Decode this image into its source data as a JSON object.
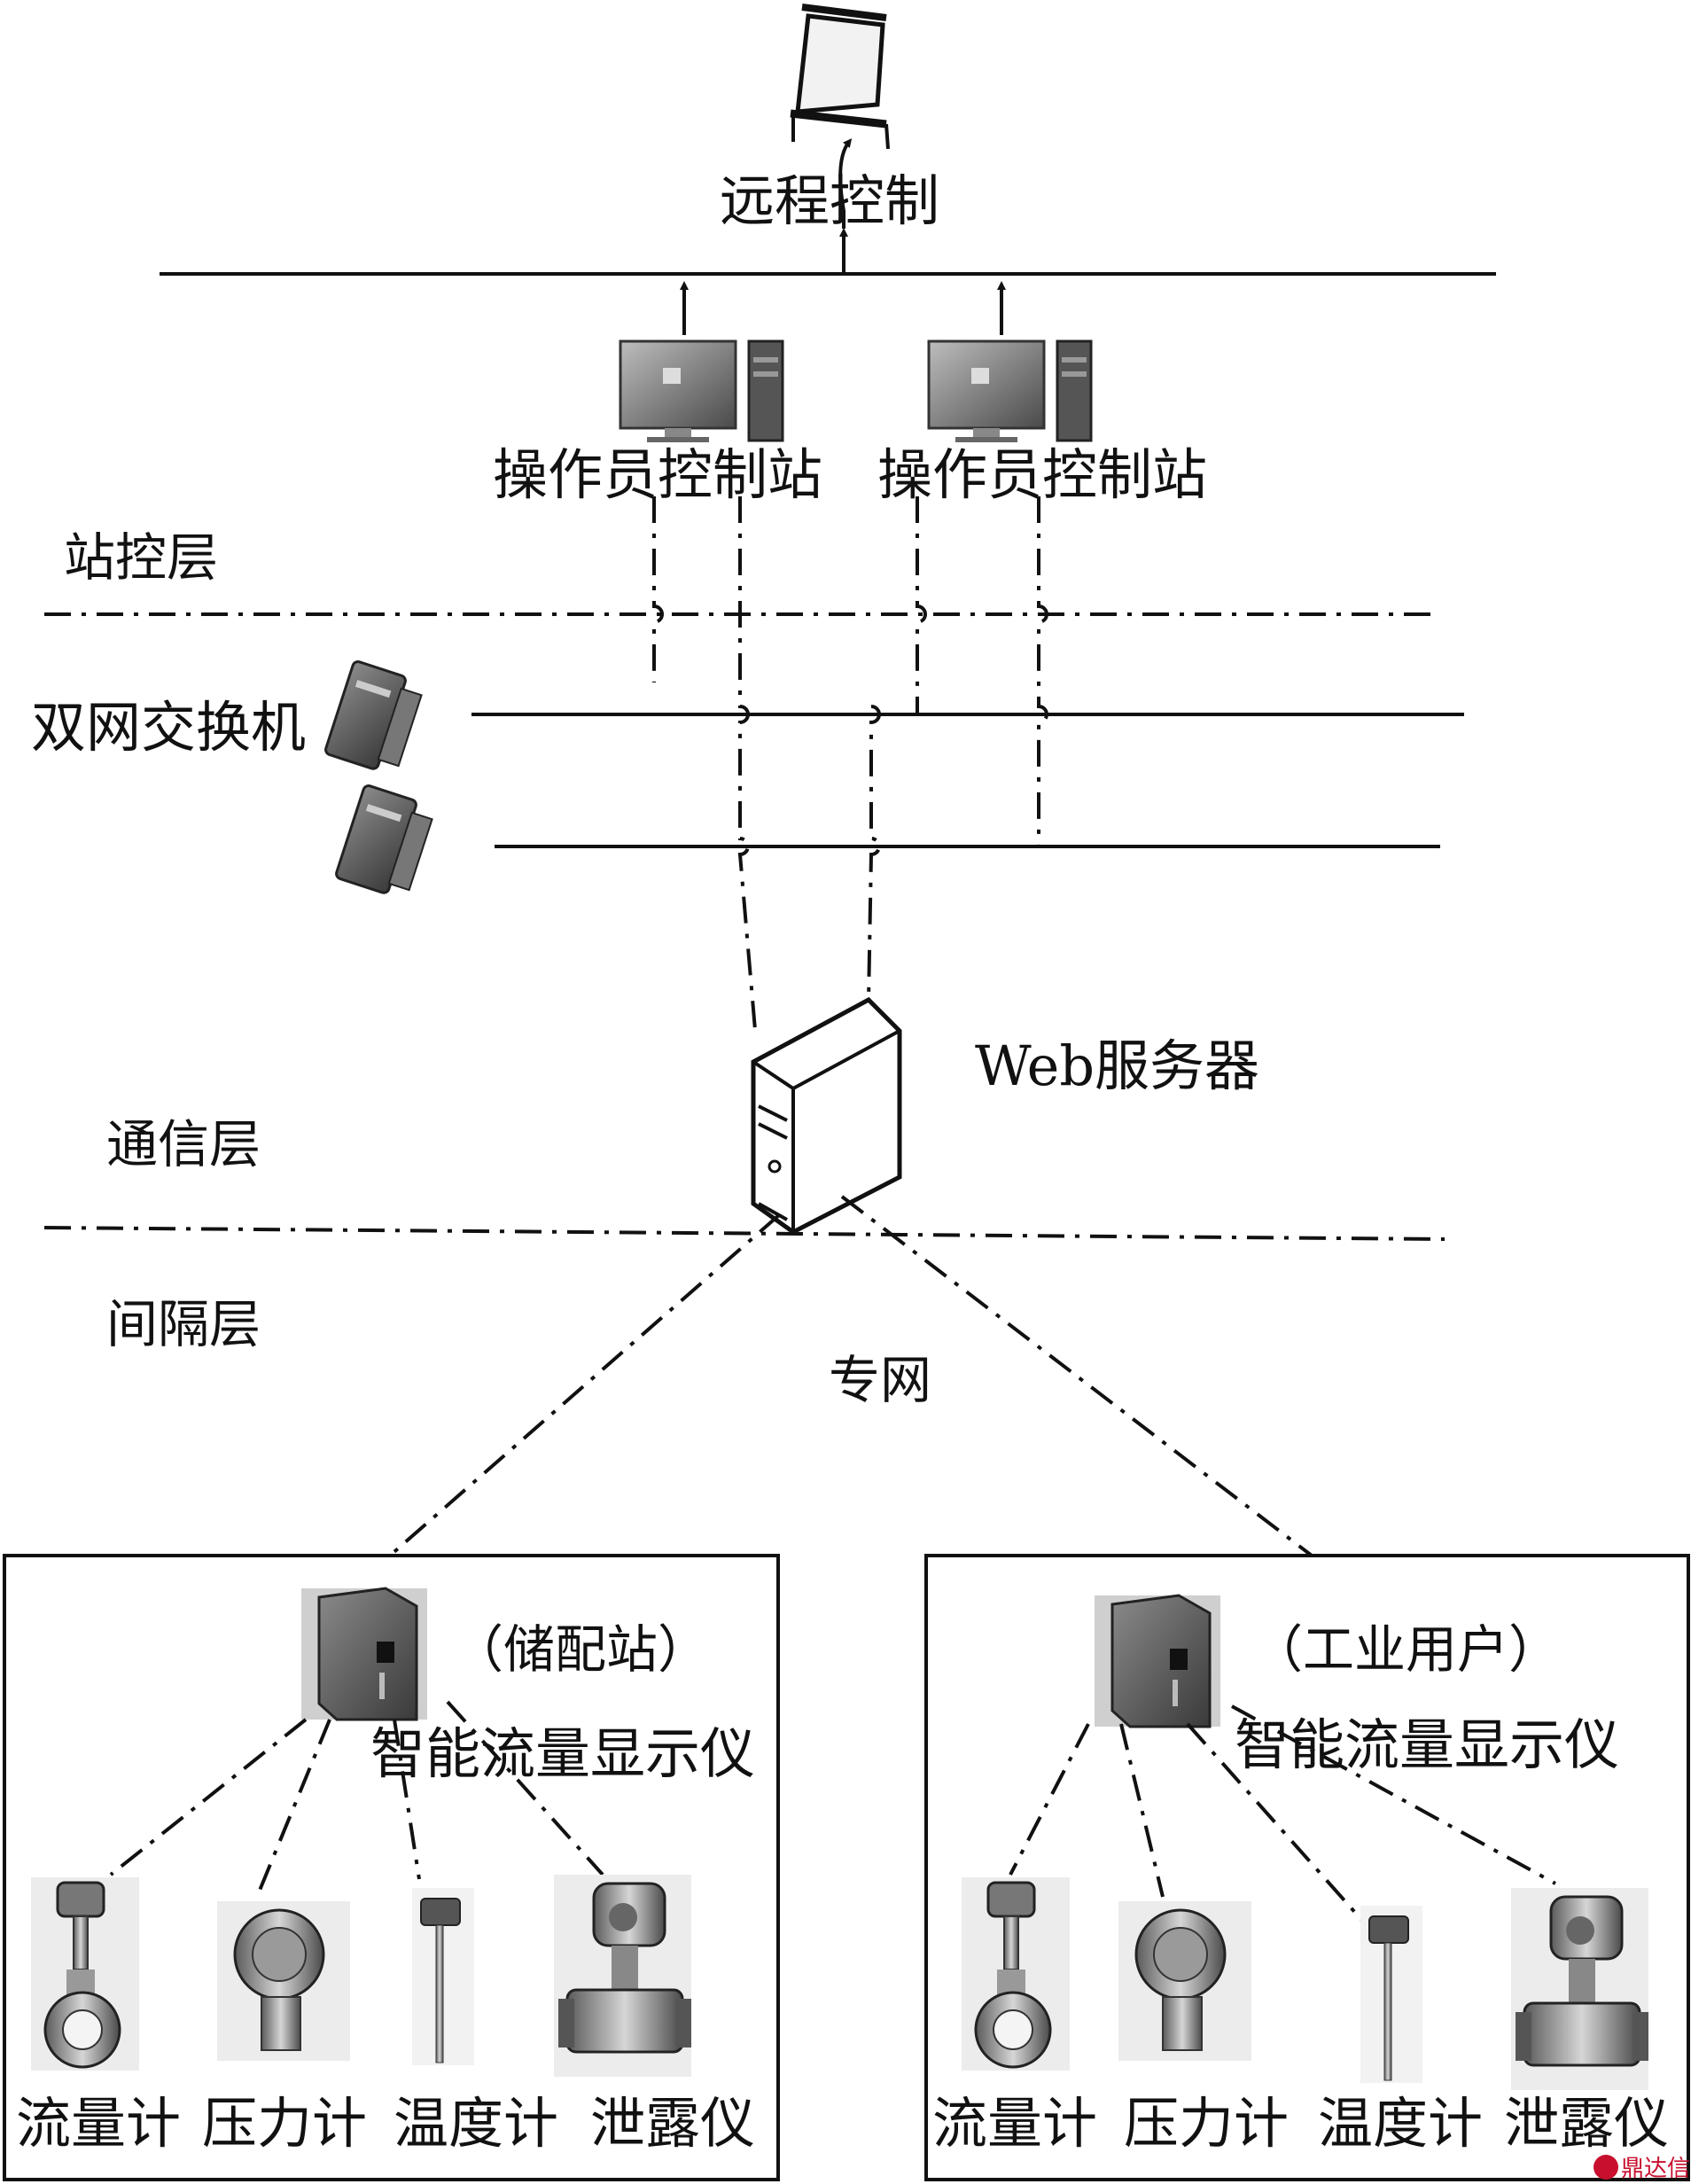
{
  "top": {
    "remote_control": "远程控制"
  },
  "station_layer": {
    "label": "站控层",
    "station_1": "操作员控制站",
    "station_2": "操作员控制站"
  },
  "switch": {
    "label": "双网交换机"
  },
  "comm_layer": {
    "label": "通信层",
    "server": "Web服务器"
  },
  "bay_layer": {
    "label": "间隔层",
    "private_net": "专网"
  },
  "left_box": {
    "site": "（储配站）",
    "display": "智能流量显示仪",
    "instruments": [
      "流量计",
      "压力计",
      "温度计",
      "泄露仪"
    ]
  },
  "right_box": {
    "site": "（工业用户）",
    "display": "智能流量显示仪",
    "instruments": [
      "流量计",
      "压力计",
      "温度计",
      "泄露仪"
    ]
  },
  "watermark": "鼎达信",
  "icons": [
    "projector-screen-icon",
    "computer-icon",
    "network-switch-icon",
    "server-icon",
    "flow-display-icon",
    "flowmeter-icon",
    "pressure-gauge-icon",
    "thermometer-icon",
    "leak-detector-icon"
  ]
}
